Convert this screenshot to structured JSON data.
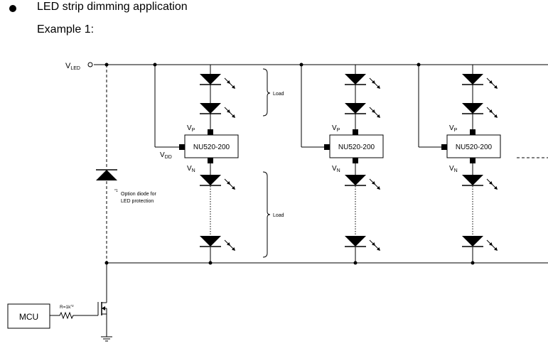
{
  "heading": "LED strip dimming application",
  "example": "Example 1:",
  "supply": {
    "base": "V",
    "sub": "LED"
  },
  "vdd": {
    "base": "V",
    "sub": "DD"
  },
  "vp": {
    "base": "V",
    "sub": "P"
  },
  "vn": {
    "base": "V",
    "sub": "N"
  },
  "driver_label": "NU520-200",
  "load_label": "Load",
  "option_note": {
    "mark": "*1",
    "line1": "Option diode for",
    "line2": "LED protection"
  },
  "resistor": {
    "text": "R=1k",
    "mark": "*2"
  },
  "mcu_label": "MCU",
  "icons": [
    "led-icon",
    "diode-icon",
    "mosfet-icon",
    "resistor-icon",
    "ground-icon"
  ]
}
